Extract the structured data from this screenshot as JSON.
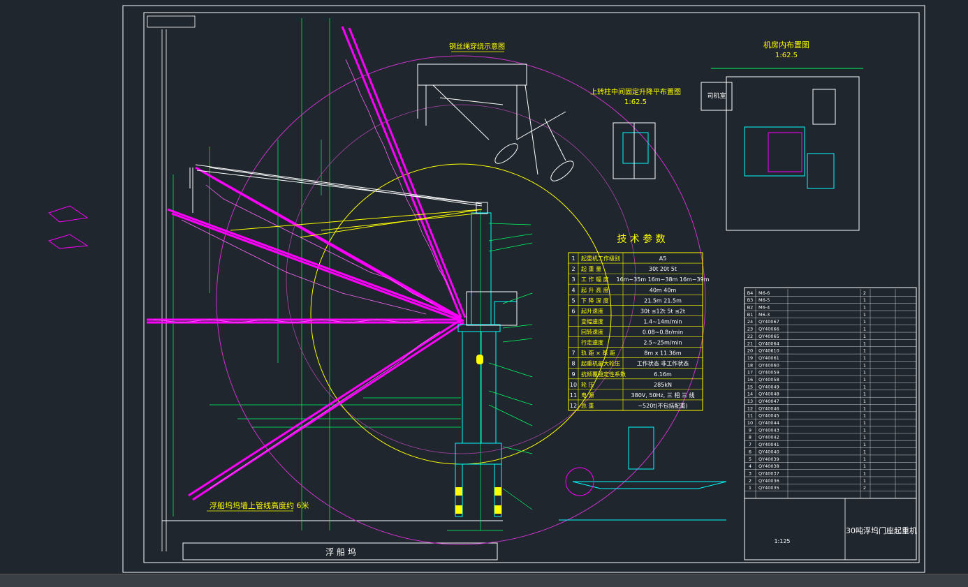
{
  "colors": {
    "background": "#1f262d",
    "frame": "#ffffff",
    "boom": "#ff00ff",
    "rope": "#ffffff",
    "radius_circle": "#ffff00",
    "jib_circle": "#cc33cc",
    "dimension": "#00ff66",
    "cyan": "#00ffff",
    "table_text": "#ffffff",
    "title_text": "#ffff00"
  },
  "drawing": {
    "rope_diagram_title": "钢丝绳穿绕示意图",
    "luffing_title": "上转柱中间固定升降平布置图",
    "luffing_scale": "1:62.5",
    "machine_room_title": "机房内布置图",
    "machine_room_scale": "1:62.5",
    "cab_label": "司机室",
    "dock_label": "浮   船   坞",
    "note_label": "浮船坞坞墙上管线高度约 6米"
  },
  "spec_table": {
    "title": "技  术  参  数",
    "rows": [
      {
        "no": "1",
        "name": "起重机工作级别",
        "value": "A5"
      },
      {
        "no": "2",
        "name": "起   重   量",
        "value": "30t    20t    5t"
      },
      {
        "no": "3",
        "name": "工  作  幅  度",
        "value": "16m~35m  16m~38m  16m~39m"
      },
      {
        "no": "4",
        "name": "起  升  高  度",
        "value": "40m          40m"
      },
      {
        "no": "5",
        "name": "下  降  深  度",
        "value": "21.5m        21.5m"
      },
      {
        "no": "6",
        "name": "起升速度",
        "value": "30t  ≤12t  5t  ≤2t"
      },
      {
        "no": "",
        "name": "变幅速度",
        "value": "1.4~14m/min"
      },
      {
        "no": "",
        "name": "回转速度",
        "value": "0.08~0.8r/min"
      },
      {
        "no": "",
        "name": "行走速度",
        "value": "2.5~25m/min"
      },
      {
        "no": "7",
        "name": "轨  距 × 基  距",
        "value": "8m x 11.36m"
      },
      {
        "no": "8",
        "name": "起重机最大轮压",
        "value": "工作状态  非工作状态"
      },
      {
        "no": "9",
        "name": "抗倾覆稳定性系数",
        "value": "6.16m"
      },
      {
        "no": "10",
        "name": "轮       压",
        "value": "285kN"
      },
      {
        "no": "11",
        "name": "电       源",
        "value": "380V, 50Hz,  三 相 三 线"
      },
      {
        "no": "12",
        "name": "总       重",
        "value": "~520t(不包括配重)"
      }
    ]
  },
  "parts_list": {
    "rows": [
      {
        "no": "B4",
        "code": "M6-6",
        "qty": "2"
      },
      {
        "no": "B3",
        "code": "M6-5",
        "qty": "1"
      },
      {
        "no": "B2",
        "code": "M6-4",
        "qty": "1"
      },
      {
        "no": "B1",
        "code": "M6-3",
        "qty": "1"
      },
      {
        "no": "24",
        "code": "QY40067",
        "qty": "1"
      },
      {
        "no": "23",
        "code": "QY40066",
        "qty": "1"
      },
      {
        "no": "22",
        "code": "QY40065",
        "qty": "1"
      },
      {
        "no": "21",
        "code": "QY40064",
        "qty": "1"
      },
      {
        "no": "20",
        "code": "QY40610",
        "qty": "1"
      },
      {
        "no": "19",
        "code": "QY40061",
        "qty": "1"
      },
      {
        "no": "18",
        "code": "QY40060",
        "qty": "1"
      },
      {
        "no": "17",
        "code": "QY40059",
        "qty": "1"
      },
      {
        "no": "16",
        "code": "QY40058",
        "qty": "1"
      },
      {
        "no": "15",
        "code": "QY40049",
        "qty": "1"
      },
      {
        "no": "14",
        "code": "QY40048",
        "qty": "1"
      },
      {
        "no": "13",
        "code": "QY40047",
        "qty": "1"
      },
      {
        "no": "12",
        "code": "QY40046",
        "qty": "1"
      },
      {
        "no": "11",
        "code": "QY40045",
        "qty": "1"
      },
      {
        "no": "10",
        "code": "QY40044",
        "qty": "1"
      },
      {
        "no": "9",
        "code": "QY40043",
        "qty": "1"
      },
      {
        "no": "8",
        "code": "QY40042",
        "qty": "1"
      },
      {
        "no": "7",
        "code": "QY40041",
        "qty": "1"
      },
      {
        "no": "6",
        "code": "QY40040",
        "qty": "1"
      },
      {
        "no": "5",
        "code": "QY40039",
        "qty": "1"
      },
      {
        "no": "4",
        "code": "QY40038",
        "qty": "1"
      },
      {
        "no": "3",
        "code": "QY40037",
        "qty": "1"
      },
      {
        "no": "2",
        "code": "QY40036",
        "qty": "1"
      },
      {
        "no": "1",
        "code": "QY40035",
        "qty": "2"
      }
    ]
  },
  "title_block": {
    "drawing_title": "30吨浮坞门座起重机",
    "scale": "1:125"
  }
}
